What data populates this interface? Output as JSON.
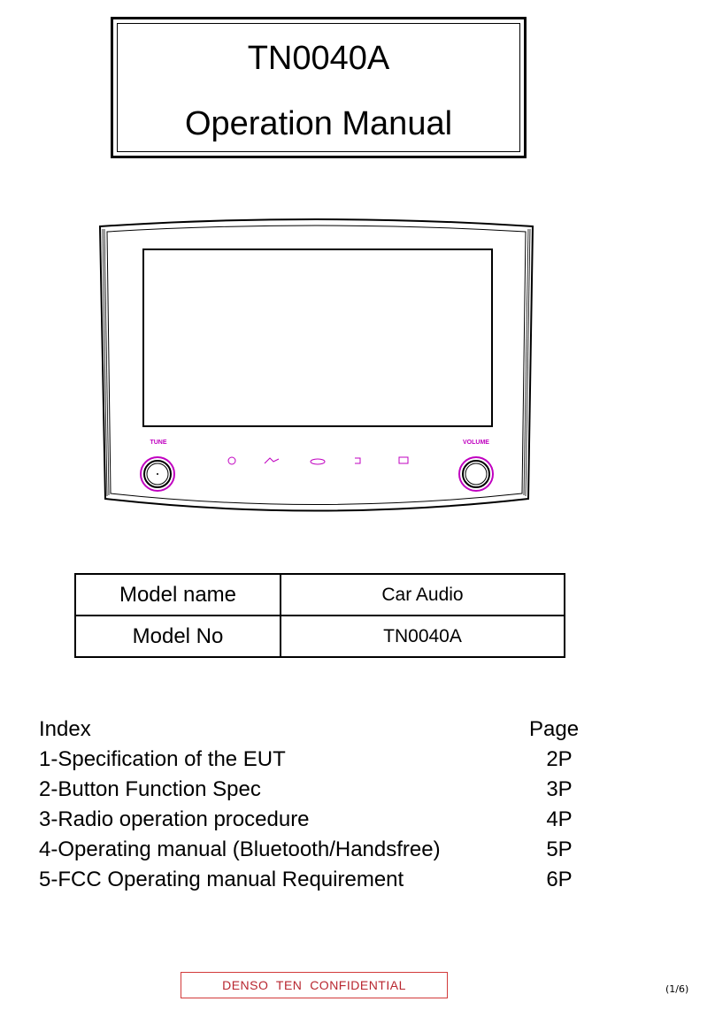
{
  "title": {
    "line1": "TN0040A",
    "line2": "Operation Manual"
  },
  "device": {
    "tune_label": "TUNE",
    "volume_label": "VOLUME"
  },
  "model_table": {
    "rows": [
      {
        "label": "Model name",
        "value": "Car Audio"
      },
      {
        "label": "Model No",
        "value": "TN0040A"
      }
    ]
  },
  "index": {
    "header": {
      "label": "Index",
      "page": "Page"
    },
    "items": [
      {
        "label": "1-Specification of the EUT",
        "page": "2P"
      },
      {
        "label": "2-Button Function Spec",
        "page": "3P"
      },
      {
        "label": "3-Radio operation procedure",
        "page": "4P"
      },
      {
        "label": "4-Operating manual (Bluetooth/Handsfree)",
        "page": "5P"
      },
      {
        "label": "5-FCC Operating manual Requirement",
        "page": "6P"
      }
    ]
  },
  "footer": {
    "confidential": "DENSO  TEN  CONFIDENTIAL",
    "page_number": "(1/6)"
  },
  "colors": {
    "accent_knob": "#c000c0",
    "stamp_red": "#b8262f"
  }
}
